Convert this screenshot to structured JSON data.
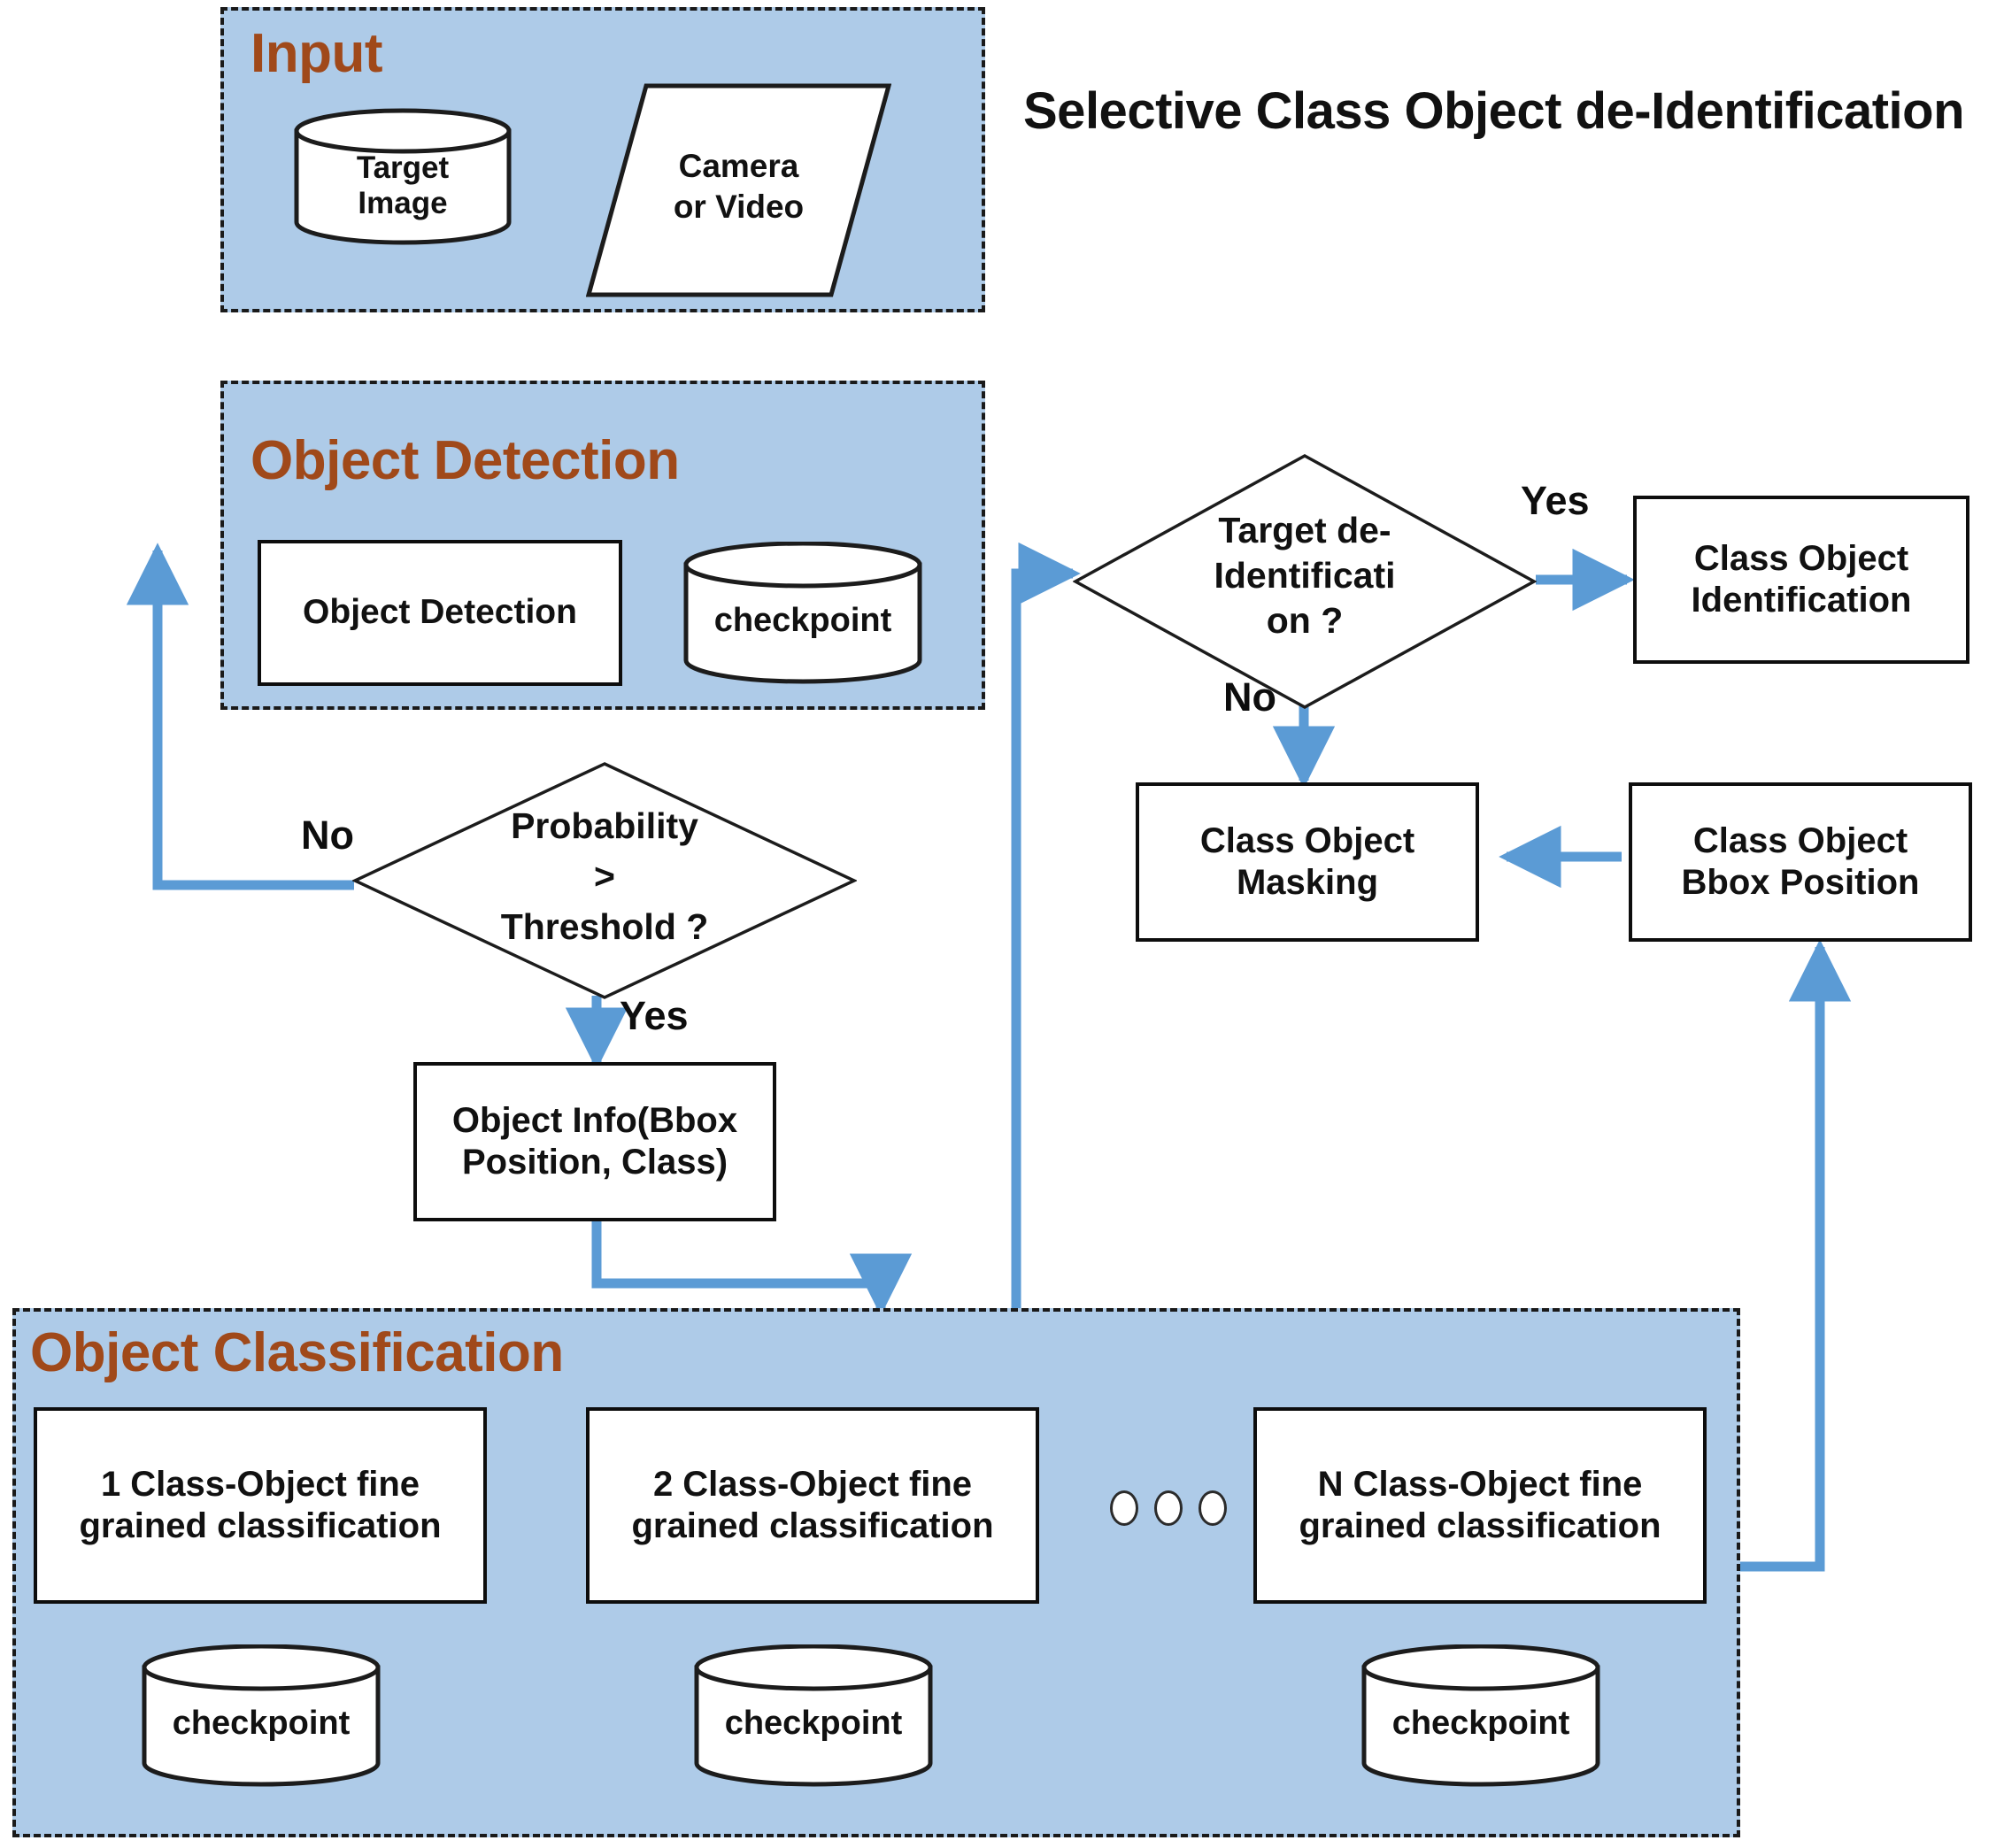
{
  "title": "Selective Class Object de-Identification",
  "colors": {
    "group_fill": "#aecbe8",
    "group_border": "#1a1a1a",
    "group_title": "#a0491a",
    "arrow": "#5b9bd5",
    "box_border": "#0d0d0d",
    "text": "#111111"
  },
  "groups": {
    "input": {
      "title": "Input"
    },
    "detection": {
      "title": "Object Detection"
    },
    "classification": {
      "title": "Object Classification"
    }
  },
  "input": {
    "target_image": "Target\nImage",
    "target_image_line1": "Target",
    "target_image_line2": "Image",
    "camera_line1": "Camera",
    "camera_line2": "or Video"
  },
  "detection": {
    "object_detection_box": "Object Detection",
    "checkpoint": "checkpoint",
    "probability_line1": "Probability",
    "probability_line2": ">",
    "probability_line3": "Threshold ?",
    "probability_no": "No",
    "probability_yes": "Yes",
    "object_info_line1": "Object Info(Bbox",
    "object_info_line2": "Position, Class)"
  },
  "deident": {
    "decision_line1": "Target de-",
    "decision_line2": "Identificati",
    "decision_line3": "on ?",
    "decision_yes": "Yes",
    "decision_no": "No",
    "class_object_identification_line1": "Class Object",
    "class_object_identification_line2": "Identification",
    "class_object_masking_line1": "Class Object",
    "class_object_masking_line2": "Masking",
    "class_object_bbox_line1": "Class Object",
    "class_object_bbox_line2": "Bbox Position"
  },
  "classification": {
    "branches": [
      {
        "line1": "1 Class-Object fine",
        "line2": "grained classification",
        "checkpoint": "checkpoint"
      },
      {
        "line1": "2 Class-Object fine",
        "line2": "grained classification",
        "checkpoint": "checkpoint"
      },
      {
        "line1": "N Class-Object fine",
        "line2": "grained classification",
        "checkpoint": "checkpoint"
      }
    ],
    "ellipsis": "…"
  }
}
